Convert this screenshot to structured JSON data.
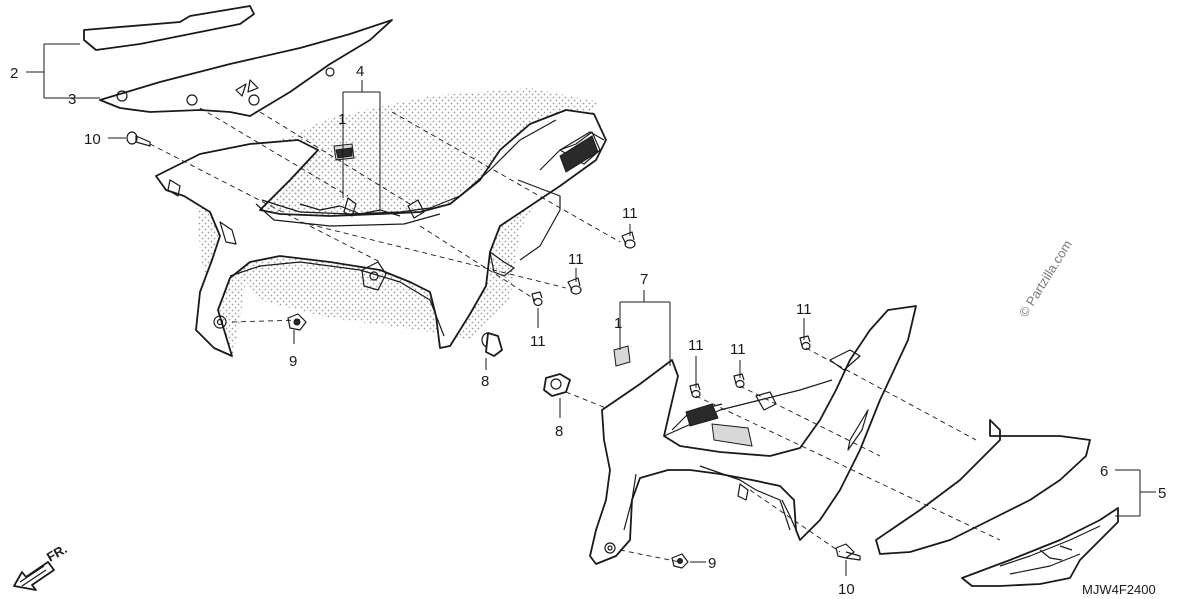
{
  "diagram": {
    "diagram_code": "MJW4F2400",
    "watermark": "© Partzilla.com",
    "direction_label": "FR.",
    "callouts": {
      "c2": "2",
      "c3": "3",
      "c4": "4",
      "c1a": "1",
      "c10a": "10",
      "c11a": "11",
      "c11b": "11",
      "c11c": "11",
      "c11d": "11",
      "c11e": "11",
      "c11f": "11",
      "c9a": "9",
      "c8a": "8",
      "c7": "7",
      "c1b": "1",
      "c8b": "8",
      "c6": "6",
      "c5": "5",
      "c9b": "9",
      "c10b": "10"
    }
  }
}
